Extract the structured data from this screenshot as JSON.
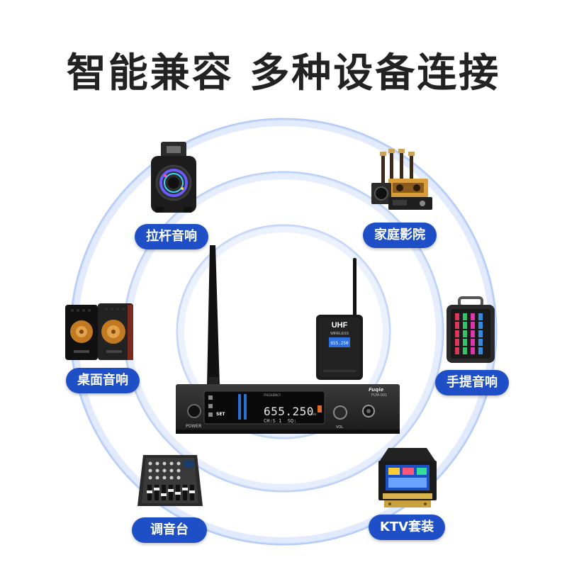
{
  "title": "智能兼容 多种设备连接",
  "colors": {
    "label_bg": "#1e4fc7",
    "ring": "#5b8ff0",
    "title": "#222222"
  },
  "devices": {
    "trolley_speaker": "拉杆音响",
    "home_theater": "家庭影院",
    "desktop_speaker": "桌面音响",
    "portable_speaker": "手提音响",
    "mixer": "调音台",
    "ktv": "KTV套装"
  },
  "receiver": {
    "brand": "Fuqie",
    "model": "FUM-001",
    "frequency": "655.250",
    "freq_unit": "MHz",
    "channel_line": "CH:S 1  SQ:",
    "set_label": "SET",
    "power_label": "POWER",
    "vol_label": "VOL",
    "frequency_caption": "FREQUENCY"
  },
  "transmitter": {
    "band": "UHF",
    "sub": "WIRELESS",
    "display": "655.250"
  }
}
